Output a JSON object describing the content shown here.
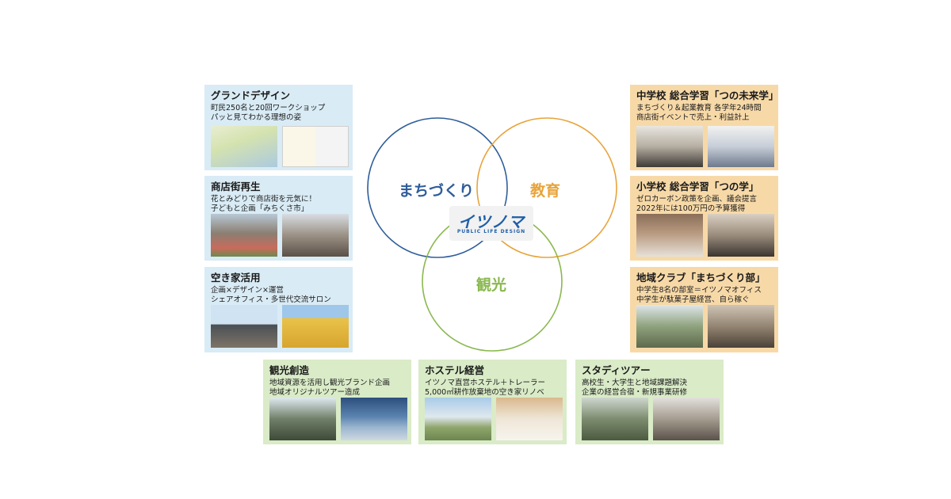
{
  "diagram": {
    "circles": [
      {
        "label": "まちづくり",
        "color": "#2f5d9a"
      },
      {
        "label": "教育",
        "color": "#e8a33a"
      },
      {
        "label": "観光",
        "color": "#8ab84f"
      }
    ],
    "logo": {
      "mark": "イツノマ",
      "subtitle": "PUBLIC LIFE DESIGN"
    }
  },
  "cards": {
    "grand_design": {
      "title": "グランドデザイン",
      "line1": "町民250名と20回ワークショップ",
      "line2": "パッと見てわかる理想の姿"
    },
    "shotengai": {
      "title": "商店街再生",
      "line1": "花とみどりで商店街を元気に！",
      "line2": "子どもと企画「みちくさ市」"
    },
    "akiya": {
      "title": "空き家活用",
      "line1": "企画×デザイン×運営",
      "line2": "シェアオフィス・多世代交流サロン"
    },
    "chugakko": {
      "title": "中学校 総合学習「つの未来学」",
      "line1": "まちづくり＆起業教育 各学年24時間",
      "line2": "商店街イベントで売上・利益計上"
    },
    "shogakko": {
      "title": "小学校 総合学習「つの学」",
      "line1": "ゼロカーボン政策を企画、議会提言",
      "line2": "2022年には100万円の予算獲得"
    },
    "club": {
      "title": "地域クラブ「まちづくり部」",
      "line1": "中学生8名の部室＝イツノマオフィス",
      "line2": "中学生が駄菓子屋経営、自ら稼ぐ"
    },
    "kanko": {
      "title": "観光創造",
      "line1": "地域資源を活用し観光ブランド企画",
      "line2": "地域オリジナルツアー造成"
    },
    "hostel": {
      "title": "ホステル経営",
      "line1": "イツノマ直営ホステル＋トレーラー",
      "line2": "5,000㎡耕作放棄地の空き家リノベ"
    },
    "study_tour": {
      "title": "スタディツアー",
      "line1": "高校生・大学生と地域課題解決",
      "line2": "企業の経営合宿・新規事業研修"
    }
  },
  "colors": {
    "blue_card": "#d9ebf5",
    "orange_card": "#f7d9a8",
    "green_card": "#d9ebc7"
  }
}
